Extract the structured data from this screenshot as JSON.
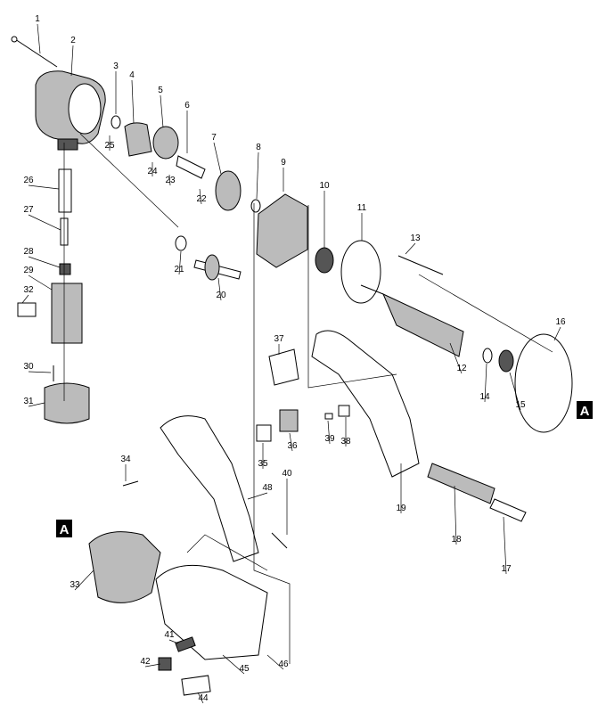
{
  "diagram": {
    "type": "exploded parts diagram",
    "reference_marker": "A",
    "part_numbers": [
      "1",
      "2",
      "3",
      "4",
      "5",
      "6",
      "7",
      "8",
      "9",
      "10",
      "11",
      "12",
      "13",
      "14",
      "15",
      "16",
      "17",
      "18",
      "19",
      "20",
      "21",
      "22",
      "23",
      "24",
      "25",
      "26",
      "27",
      "28",
      "29",
      "30",
      "31",
      "32",
      "33",
      "34",
      "35",
      "36",
      "37",
      "38",
      "39",
      "40",
      "41",
      "42",
      "44",
      "45",
      "46",
      "48"
    ]
  }
}
